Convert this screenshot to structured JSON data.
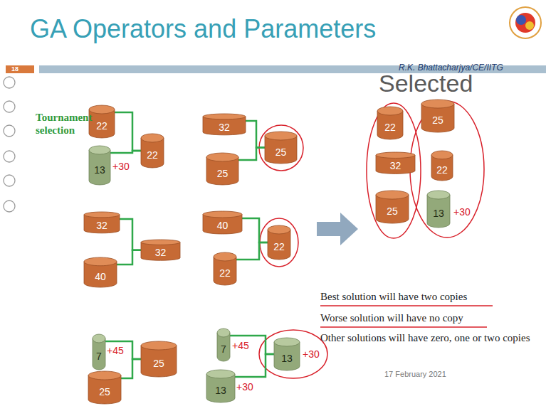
{
  "diagram": {
    "title": "GA Operators and Parameters",
    "nodes": [
      {
        "text": [
          "22"
        ]
      },
      {
        "text": [
          "13"
        ]
      },
      {
        "text": [
          "22"
        ]
      },
      {
        "text": [
          "32"
        ]
      },
      {
        "text": [
          "40"
        ]
      },
      {
        "text": [
          "32"
        ]
      },
      {
        "text": [
          "7"
        ]
      },
      {
        "text": [
          "25"
        ]
      },
      {
        "text": [
          "25"
        ]
      },
      {
        "text": [
          "32"
        ]
      },
      {
        "text": [
          "25"
        ]
      },
      {
        "text": [
          "25"
        ]
      },
      {
        "text": [
          "40"
        ]
      },
      {
        "text": [
          "22"
        ]
      },
      {
        "text": [
          "22"
        ]
      },
      {
        "text": [
          "7"
        ]
      },
      {
        "text": [
          "13"
        ]
      },
      {
        "text": [
          "13"
        ]
      },
      {
        "text": [
          "22"
        ]
      },
      {
        "text": [
          "32"
        ]
      },
      {
        "text": [
          "25"
        ]
      },
      {
        "text": [
          "25"
        ]
      },
      {
        "text": [
          "22"
        ]
      },
      {
        "text": [
          "13"
        ]
      }
    ],
    "edges": [
      {
        "from": 0,
        "to": 2,
        "arrow": "none"
      },
      {
        "from": 1,
        "to": 2,
        "arrow": "none"
      },
      {
        "from": 3,
        "to": 5,
        "arrow": "none"
      },
      {
        "from": 4,
        "to": 5,
        "arrow": "none"
      },
      {
        "from": 6,
        "to": 8,
        "arrow": "none"
      },
      {
        "from": 7,
        "to": 8,
        "arrow": "none"
      },
      {
        "from": 9,
        "to": 11,
        "arrow": "none"
      },
      {
        "from": 10,
        "to": 11,
        "arrow": "none"
      },
      {
        "from": 12,
        "to": 14,
        "arrow": "none"
      },
      {
        "from": 13,
        "to": 14,
        "arrow": "none"
      },
      {
        "from": 15,
        "to": 17,
        "arrow": "none"
      },
      {
        "from": 16,
        "to": 17,
        "arrow": "none"
      }
    ],
    "labels": [
      "18",
      "R.K. Bhattacharjya/CE/IITG",
      "Tournament selection",
      "+30",
      "+45",
      "+45",
      "+30",
      "+30",
      "Selected",
      "+30",
      "Best solution will have two copies",
      "Worse solution will have no copy",
      "Other solutions will have zero, one or two copies",
      "17 February 2021"
    ]
  }
}
